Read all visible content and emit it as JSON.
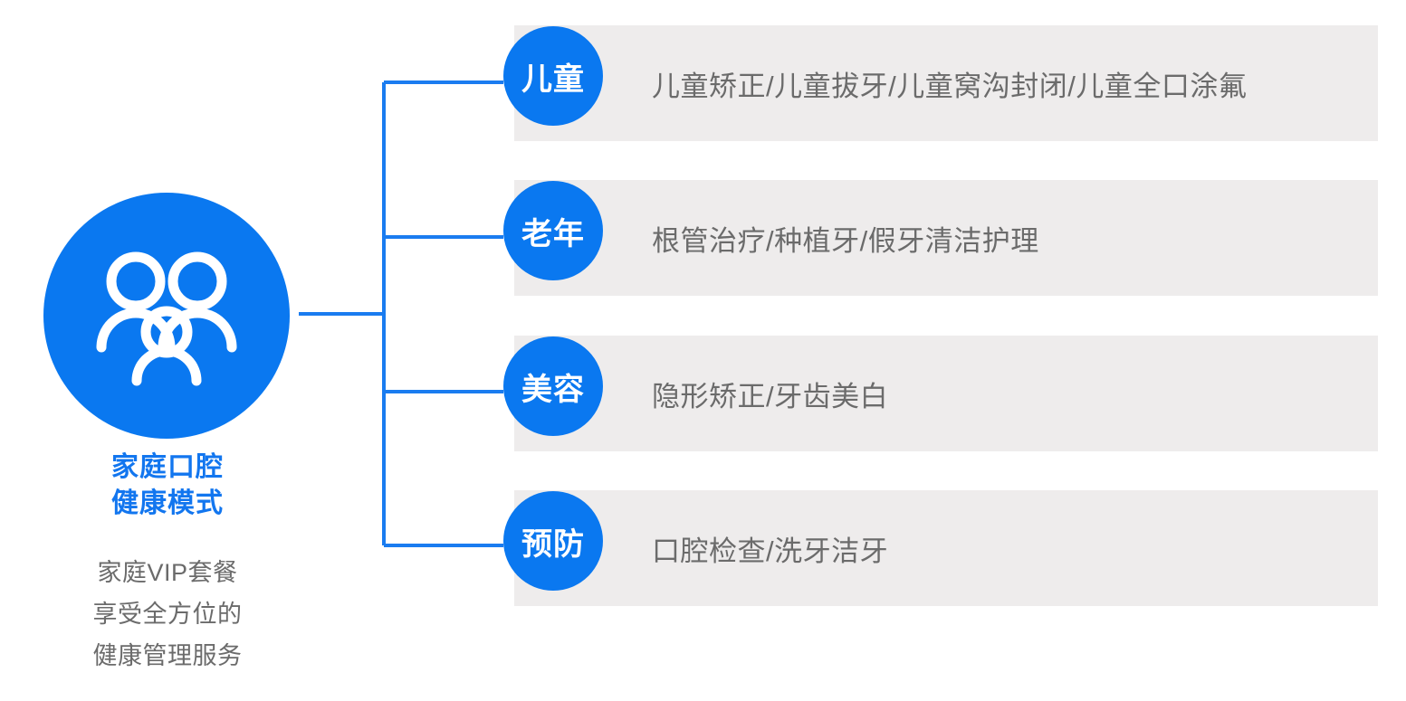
{
  "hub": {
    "icon": "family-three-persons-icon",
    "title_lines": [
      "家庭口腔",
      "健康模式"
    ],
    "subtitle_lines": [
      "家庭VIP套餐",
      "享受全方位的",
      "健康管理服务"
    ]
  },
  "colors": {
    "brand_blue": "#0a78f0",
    "title_blue": "#1276ef",
    "bar_gray": "#eeecec",
    "text_gray": "#6b6b6b",
    "connector_blue": "#1a7cf0"
  },
  "branches": [
    {
      "badge": "儿童",
      "services": "儿童矫正/儿童拔牙/儿童窝沟封闭/儿童全口涂氟"
    },
    {
      "badge": "老年",
      "services": "根管治疗/种植牙/假牙清洁护理"
    },
    {
      "badge": "美容",
      "services": "隐形矫正/牙齿美白"
    },
    {
      "badge": "预防",
      "services": "口腔检查/洗牙洁牙"
    }
  ]
}
